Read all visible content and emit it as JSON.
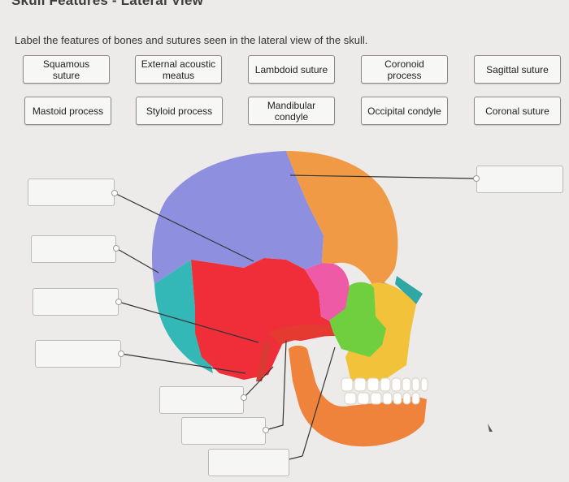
{
  "page": {
    "title": "Skull Features - Lateral View",
    "instructions": "Label the features of bones and sutures seen in the lateral view of the skull."
  },
  "labels": [
    "Squamous\nsuture",
    "External acoustic\nmeatus",
    "Lambdoid suture",
    "Coronoid\nprocess",
    "Sagittal suture",
    "Mastoid process",
    "Styloid process",
    "Mandibular\ncondyle",
    "Occipital condyle",
    "Coronal suture"
  ],
  "drop_target_count": 8,
  "colors": {
    "parietal": "#8e8fdf",
    "frontal": "#f09a45",
    "temporal": "#ef2e3a",
    "occipital": "#33b8b7",
    "sphenoid": "#ef5aa6",
    "zygomatic": "#6fcf3f",
    "maxilla": "#f2c23a",
    "mandible": "#f0833c",
    "teeth": "#ffffff"
  }
}
